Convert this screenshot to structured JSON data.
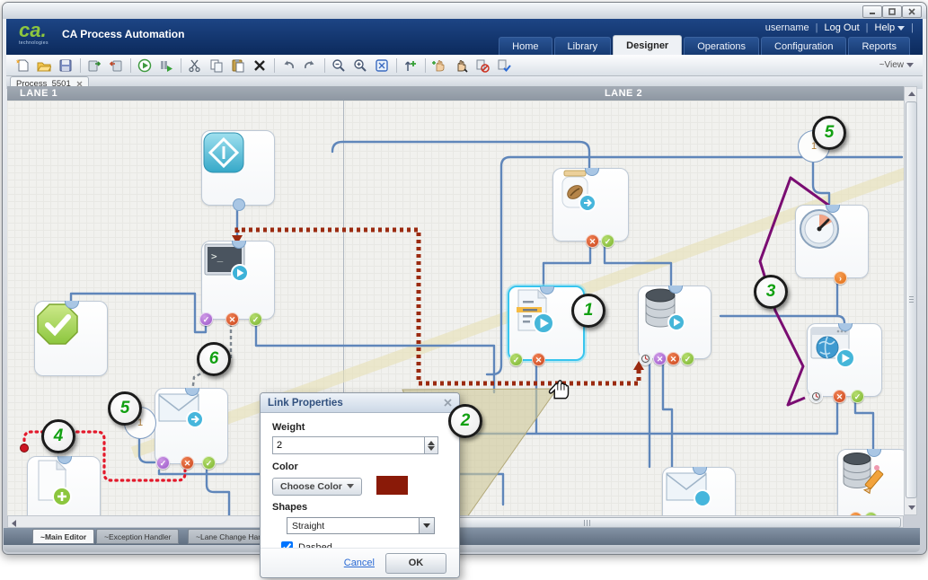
{
  "header": {
    "logo_text": "ca.",
    "logo_sub": "technologies",
    "app_title": "CA Process Automation",
    "user": "username",
    "logout_label": "Log Out",
    "help_label": "Help",
    "sep": "|",
    "tabs": [
      {
        "label": "Home"
      },
      {
        "label": "Library"
      },
      {
        "label": "Designer",
        "active": true
      },
      {
        "label": "Operations"
      },
      {
        "label": "Configuration"
      },
      {
        "label": "Reports"
      }
    ]
  },
  "toolbar": {
    "view_label": "~View",
    "icons": [
      "new-process",
      "open",
      "save",
      "check-in",
      "check-out",
      "start",
      "resume",
      "cut",
      "copy",
      "paste",
      "delete",
      "undo",
      "redo",
      "zoom-out",
      "zoom-in",
      "fit-view",
      "auto-layout",
      "pan-add",
      "pan",
      "handler-disable",
      "handler-enable"
    ]
  },
  "document_tabs": [
    {
      "label": "Process_5501"
    }
  ],
  "canvas": {
    "lanes": [
      {
        "label": "LANE 1"
      },
      {
        "label": "LANE 2"
      }
    ],
    "loop_counters": [
      {
        "value": "1"
      },
      {
        "value": "1"
      }
    ],
    "callouts": [
      {
        "n": "1"
      },
      {
        "n": "2"
      },
      {
        "n": "3"
      },
      {
        "n": "4"
      },
      {
        "n": "5"
      },
      {
        "n": "5"
      },
      {
        "n": "6"
      }
    ],
    "nodes": [
      "start",
      "run-script-terminal",
      "success-stop",
      "send-email",
      "create-document",
      "jar-invoke",
      "run-document-selected",
      "database",
      "timer-dial",
      "web-service",
      "send-email-2",
      "database-update"
    ],
    "terminal_glyph": ">_",
    "link_colors": {
      "dashed_link": "#9b2a10",
      "dotted_link": "#e3192b",
      "shape_link": "#7a0d72",
      "connector": "#5f86ba"
    }
  },
  "dialog": {
    "title": "Link Properties",
    "weight_label": "Weight",
    "weight_value": "2",
    "color_label": "Color",
    "color_button_label": "Choose Color",
    "color_value": "#8a1a08",
    "shapes_label": "Shapes",
    "shape_value": "Straight",
    "dashed_label": "Dashed",
    "dashed_checked": true,
    "cancel_label": "Cancel",
    "ok_label": "OK"
  },
  "bottom_tabs": [
    {
      "label": "~Main Editor",
      "active": true
    },
    {
      "label": "~Exception Handler"
    },
    {
      "label": "~Lane Change Handler"
    }
  ]
}
